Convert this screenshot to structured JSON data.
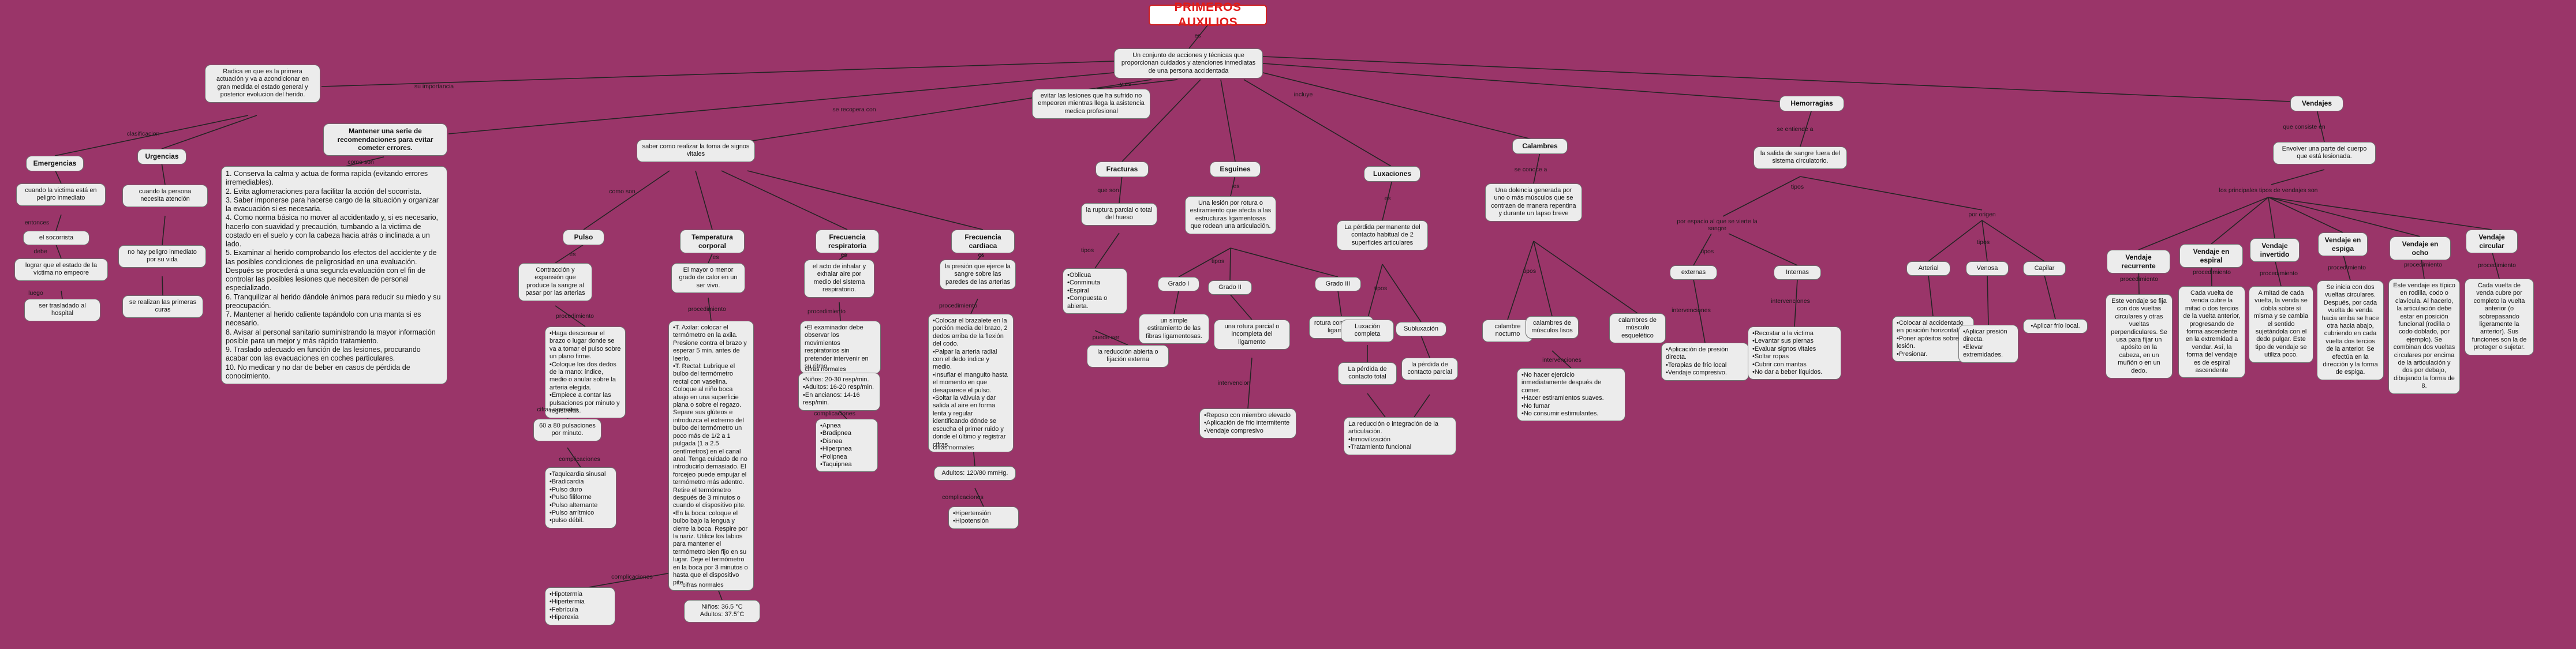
{
  "title": "PRIMEROS AUXILIOS",
  "labels": {
    "es": "es",
    "y_es": "y es",
    "incluye": "incluye",
    "su_importancia": "su importancia",
    "se_recopera_con": "se recopera con",
    "clasificacion": "clasificacion",
    "entonces": "entonces",
    "debe": "debe",
    "luego": "luego",
    "como_son": "como son",
    "procedimiento": "procedimiento",
    "cifras_normales": "cifras normales",
    "complicaciones": "complicaciones",
    "que_son": "que son",
    "tipos": "tipos",
    "puede_ser": "puede ser",
    "intervencion": "intervencion",
    "se_conoce_a": "se conoce a",
    "intervenciones": "intervenciones",
    "se_entiende_a": "se entiende a",
    "por_espacio": "por espacio al que se vierte la sangre",
    "por_origen": "por origen",
    "que_consiste_en": "que consiste en",
    "principales_tipos": "los principales tipos de vendajes son"
  },
  "nodes": {
    "definicion": "Un conjunto de acciones y técnicas que proporcionan cuidados y atenciones inmediatas de una persona accidentada",
    "evitar": "evitar las lesiones que ha sufrido no empeoren mientras llega la asistencia medica profesional",
    "radica": "Radica en que es la primera actuación y va a acondicionar en gran medida el estado general y posterior evolucion del herido.",
    "emergencias": "Emergencias",
    "urgencias": "Urgencias",
    "emerg_cuando": "cuando la victima está en peligro inmediato",
    "urg_cuando": "cuando la persona necesita atención",
    "socorrista": "el socorrista",
    "lograr": "lograr que el estado de la victima no empeore",
    "trasladado": "ser trasladado al hospital",
    "no_peligro": "no hay peligro inmediato por su vida",
    "primeras_curas": "se realizan las primeras curas",
    "mantener": "Mantener una serie de recomendaciones para evitar cometer errores.",
    "lista": "1. Conserva la calma y actua de forma rapida (evitando errores irremediables).\n2. Evita aglomeraciones para facilitar la acción del socorrista.\n3. Saber imponerse para hacerse cargo de la situación y organizar la evacuación si es necesaria.\n4. Como norma básica no mover al accidentado y, si es necesario, hacerlo con suavidad y precaución, tumbando a la victima de costado en el suelo y con la cabeza hacia atrás o inclinada a un lado.\n5. Examinar al herido comprobando los efectos del accidente y de las posibles condiciones de peligrosidad en una evaluación. Después se procederá a una segunda evaluación con el fin de controlar las posibles lesiones que necesiten de personal especializado.\n6. Tranquilizar al herido dándole ánimos para reducir su miedo y su preocupación.\n7. Mantener al herido caliente tapándolo con una manta si es necesario.\n8. Avisar al personal sanitario suministrando la mayor información posible para un mejor y más rápido tratamiento.\n9. Traslado adecuado en función de las lesiones, procurando acabar con las evacuaciones en coches particulares.\n10. No medicar y no dar de beber en casos de pérdida de conocimiento.",
    "saber_toma": "saber como realizar la toma de signos vitales",
    "pulso": "Pulso",
    "temperatura": "Temperatura corporal",
    "frec_resp": "Frecuencia respiratoria",
    "frec_card": "Frecuencia cardiaca",
    "pulso_es": "Contracción y expansión que produce la sangre al pasar por las arterias",
    "pulso_proc": "•Haga descansar el brazo o lugar donde se va a tomar el pulso sobre un plano firme.\n•Coloque los dos dedos de la mano: índice, medio o anular sobre la arteria elegida.\n•Empiece a contar las pulsaciones por minuto y regístrelas.",
    "pulso_cifras": "60 a 80 pulsaciones por minuto.",
    "pulso_comp": "•Taquicardia sinusal\n•Bradicardia\n•Pulso duro\n•Pulso filiforme\n•Pulso alternante\n•Pulso arrítmico\n•pulso débil.",
    "temp_es": "El mayor o menor grado de calor en un ser vivo.",
    "temp_proc": "•T. Axilar: colocar el termómetro en la axila. Presione contra el brazo y esperar 5 min. antes de leerlo.\n•T. Rectal: Lubrique el bulbo del termómetro rectal con vaselina. Coloque al niño boca abajo en una superficie plana o sobre el regazo. Separe sus glúteos e introduzca el extremo del bulbo del termómetro un poco más de 1/2 a 1 pulgada (1 a 2.5 centímetros) en el canal anal. Tenga cuidado de no introducirlo demasiado. El forcejeo puede empujar el termómetro más adentro. Retire el termómetro después de 3 minutos o cuando el dispositivo pite.\n•En la boca: coloque el bulbo bajo la lengua y cierre la boca. Respire por la nariz. Utilice los labios para mantener el termómetro bien fijo en su lugar. Deje el termómetro en la boca por 3 minutos o hasta que el dispositivo pite.",
    "temp_cifras": "Niños: 36.5 °C\nAdultos: 37.5°C",
    "temp_comp": "•Hipotermia\n•Hipertermia\n•Febrícula\n•Hiperexia",
    "resp_es": "el acto de inhalar y exhalar aire por medio del sistema respiratorio.",
    "resp_proc": "•El examinador debe observar los movimientos respiratorios sin pretender intervenir en su ritmo.",
    "resp_cifras": "•Niños: 20-30 resp/min.\n•Adultos: 16-20 resp/min.\n•En ancianos: 14-16 resp/min.",
    "resp_comp": "•Apnea\n•Bradipnea\n•Disnea\n•Hiperpnea\n•Polipnea\n•Taquipnea",
    "card_es": "la presión que ejerce la sangre sobre las paredes de las arterias",
    "card_proc": "•Colocar el brazalete en la porción media del brazo, 2 dedos arriba de la flexión del codo.\n•Palpar la arteria radial con el dedo índice y medio.\n•Insuflar el manguito hasta el momento en que desaparece el pulso.\n•Soltar la válvula y dar salida al aire en forma lenta y regular identificando dónde se escucha el primer ruido y donde el último y registrar cifras.",
    "card_cifras": "Adultos: 120/80 mmHg.",
    "card_comp": "•Hipertensión\n•Hipotensión",
    "fracturas": "Fracturas",
    "fract_def": "la ruptura parcial o total del hueso",
    "fract_tipos": "•Oblicua\n•Conminuta\n•Espiral\n•Compuesta o abierta.",
    "fract_trat": "la reducción abierta o fijación externa",
    "esguinces": "Esguines",
    "esg_def": "Una lesión por rotura o estiramiento que afecta a las estructuras ligamentosas que rodean una articulación.",
    "grado1": "Grado I",
    "grado2": "Grado II",
    "grado3": "Grado III",
    "grado1_def": "un simple estiramiento de las fibras ligamentosas.",
    "grado2_def": "una rotura parcial o incompleta del ligamento",
    "grado3_def": "rotura completa del ligamento",
    "esg_interv": "•Reposo con miembro elevado\n•Aplicación de frio intermitente\n•Vendaje compresivo",
    "luxaciones": "Luxaciones",
    "lux_def": "La pérdida permanente del contacto habitual de 2 superficies articulares",
    "lux_completa": "Luxación completa",
    "subluxacion": "Subluxación",
    "lux_total": "La pérdida de contacto total",
    "lux_parcial": "la pérdida de contacto parcial",
    "lux_trat": "La reducción o integración de la articulación.\n•Inmovilización\n•Tratamiento funcional",
    "calambres": "Calambres",
    "cal_def": "Una dolencia generada por uno o más músculos que se contraen de manera repentina y durante un lapso breve",
    "cal_nocturno": "calambre nocturno",
    "cal_lisos": "calambres de músculos lisos",
    "cal_esq": "calambres de músculo esquelético",
    "cal_interv": "•No hacer ejercicio inmediatamente después de comer.\n•Hacer estiramientos suaves.\n•No fumar\n•No consumir estimulantes.",
    "hemorragias": "Hemorragias",
    "hem_def": "la salida de sangre fuera del sistema circulatorio.",
    "externas": "externas",
    "internas": "Internas",
    "ext_interv": "•Aplicación de presión directa.\n•Terapias de frío local\n•Vendaje compresivo.",
    "int_interv": "•Recostar a la victima\n•Levantar sus piernas\n•Evaluar signos vitales\n•Soltar ropas\n•Cubrir con mantas\n•No dar a beber líquidos.",
    "arterial": "Arterial",
    "venosa": "Venosa",
    "capilar": "Capilar",
    "art_interv": "•Colocar al accidentado en posición horizontal.\n•Poner apósitos sobre la lesión.\n•Presionar.",
    "ven_interv": "•Aplicar presión directa.\n•Elevar extremidades.",
    "cap_interv": "•Aplicar frío local.",
    "vendajes": "Vendajes",
    "vend_def": "Envolver una parte del cuerpo que está lesionada.",
    "v_recurrente": "Vendaje recurrente",
    "v_espiral": "Vendaje en espiral",
    "v_invertido": "Vendaje invertido",
    "v_espiga": "Vendaje en espiga",
    "v_ocho": "Vendaje en ocho",
    "v_circular": "Vendaje circular",
    "v_recurrente_proc": "Este vendaje se fija con dos vueltas circulares y otras vueltas perpendiculares. Se usa para fijar un apósito en la cabeza, en un muñón o en un dedo.",
    "v_espiral_proc": "Cada vuelta de venda cubre la mitad o dos tercios de la vuelta anterior, progresando de forma ascendente en la extremidad a vendar. Así, la forma del vendaje es de espiral ascendente",
    "v_invertido_proc": "A mitad de cada vuelta, la venda se dobla sobre sí misma y se cambia el sentido sujetándola con el dedo pulgar. Este tipo de vendaje se utiliza poco.",
    "v_espiga_proc": "Se inicia con dos vueltas circulares. Después, por cada vuelta de venda hacia arriba se hace otra hacia abajo, cubriendo en cada vuelta dos tercios de la anterior. Se efectúa en la dirección y la forma de espiga.",
    "v_ocho_proc": "Este vendaje es típico en rodilla, codo o clavícula. Al hacerlo, la articulación debe estar en posición funcional (rodilla o codo doblado, por ejemplo). Se combinan dos vueltas circulares por encima de la articulación y dos por debajo, dibujando la forma de 8.",
    "v_circular_proc": "Cada vuelta de venda cubre por completo la vuelta anterior (o sobrepasando ligeramente la anterior). Sus funciones son la de proteger o sujetar."
  }
}
